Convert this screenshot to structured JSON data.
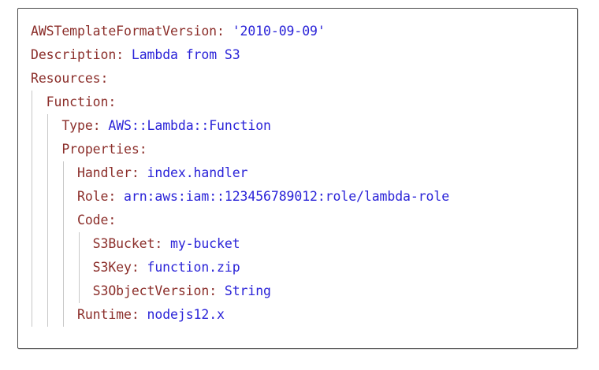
{
  "card": {
    "language": "yaml",
    "border_color": "#4a4a4a",
    "background_color": "#ffffff",
    "key_color": "#8b2e2a",
    "value_color": "#2a23d8",
    "guide_color": "#c8c8c8"
  },
  "code": {
    "lines": [
      {
        "indent": 0,
        "key": "AWSTemplateFormatVersion",
        "sep": ": ",
        "value": "'2010-09-09'",
        "value_kind": "string"
      },
      {
        "indent": 0,
        "key": "Description",
        "sep": ": ",
        "value": "Lambda from S3",
        "value_kind": "value"
      },
      {
        "indent": 0,
        "key": "Resources",
        "sep": ":",
        "value": "",
        "value_kind": "none"
      },
      {
        "indent": 1,
        "key": "Function",
        "sep": ":",
        "value": "",
        "value_kind": "none"
      },
      {
        "indent": 2,
        "key": "Type",
        "sep": ": ",
        "value": "AWS::Lambda::Function",
        "value_kind": "value"
      },
      {
        "indent": 2,
        "key": "Properties",
        "sep": ":",
        "value": "",
        "value_kind": "none"
      },
      {
        "indent": 3,
        "key": "Handler",
        "sep": ": ",
        "value": "index.handler",
        "value_kind": "value"
      },
      {
        "indent": 3,
        "key": "Role",
        "sep": ": ",
        "value": "arn:aws:iam::123456789012:role/lambda-role",
        "value_kind": "value"
      },
      {
        "indent": 3,
        "key": "Code",
        "sep": ":",
        "value": "",
        "value_kind": "none"
      },
      {
        "indent": 4,
        "key": "S3Bucket",
        "sep": ": ",
        "value": "my-bucket",
        "value_kind": "value"
      },
      {
        "indent": 4,
        "key": "S3Key",
        "sep": ": ",
        "value": "function.zip",
        "value_kind": "value"
      },
      {
        "indent": 4,
        "key": "S3ObjectVersion",
        "sep": ": ",
        "value": "String",
        "value_kind": "value"
      },
      {
        "indent": 3,
        "key": "Runtime",
        "sep": ": ",
        "value": "nodejs12.x",
        "value_kind": "value"
      }
    ]
  }
}
